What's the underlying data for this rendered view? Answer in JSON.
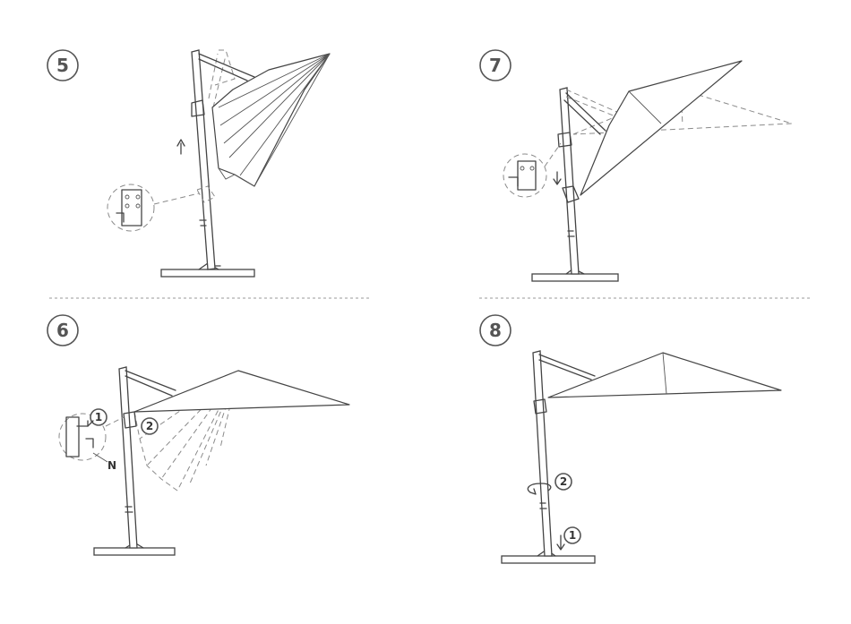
{
  "steps": [
    {
      "number": "5"
    },
    {
      "number": "7"
    },
    {
      "number": "6",
      "callouts": [
        "1",
        "2"
      ],
      "label": "N"
    },
    {
      "number": "8",
      "callouts": [
        "2",
        "1"
      ]
    }
  ]
}
